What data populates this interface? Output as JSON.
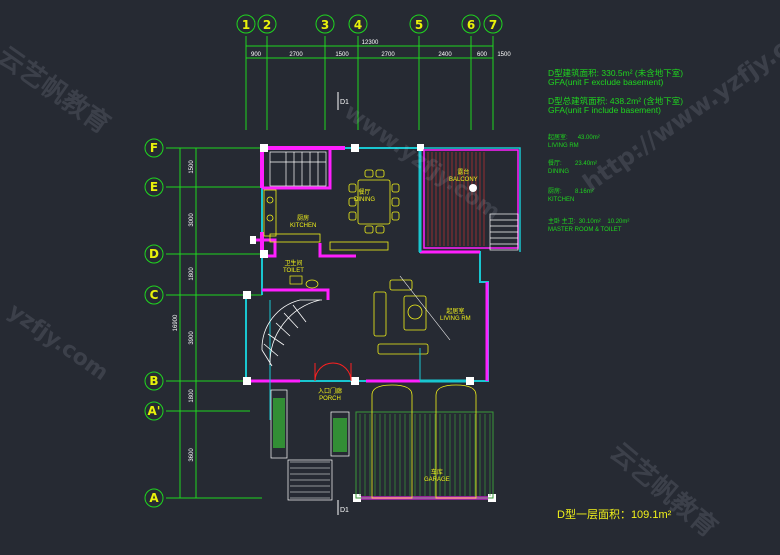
{
  "grid_columns": [
    "1",
    "2",
    "3",
    "4",
    "5",
    "6",
    "7"
  ],
  "grid_rows": [
    "F",
    "E",
    "D",
    "C",
    "B",
    "A'",
    "A"
  ],
  "top_dimensions": {
    "total": "12300",
    "segments": [
      "900",
      "2700",
      "1500",
      "2700",
      "2400",
      "600",
      "1500"
    ]
  },
  "left_dimensions": {
    "total": "16900",
    "segments": [
      "1500",
      "3000",
      "1800",
      "3900",
      "1800",
      "3600"
    ]
  },
  "notes": {
    "gfa_exclude_cn": "D型建筑面积: 330.5m² (未含地下室)",
    "gfa_exclude_en": "GFA(unit F exclude basement)",
    "gfa_include_cn": "D型总建筑面积: 438.2m² (含地下室)",
    "gfa_include_en": "GFA(unit F include basement)",
    "living_cn": "起居室:",
    "living_value": "43.00m²",
    "living_en": "LIVING RM",
    "dining_cn": "餐厅:",
    "dining_value": "23.40m²",
    "dining_en": "DINING",
    "kitchen_cn": "厨房:",
    "kitchen_value": "8.16m²",
    "kitchen_en": "KITCHEN",
    "master_cn": "主卧 主卫:",
    "master_value": "30.10m²",
    "master_value2": "10.20m²",
    "master_en": "MASTER ROOM & TOILET"
  },
  "rooms": {
    "dining_cn": "餐厅",
    "dining_en": "DINING",
    "kitchen_cn": "厨房",
    "kitchen_en": "KITCHEN",
    "toilet_cn": "卫生间",
    "toilet_en": "TOILET",
    "living_cn": "起居室",
    "living_en": "LIVING RM",
    "balcony_cn": "露台",
    "balcony_en": "BALCONY",
    "porch_cn": "入口门廊",
    "porch_en": "PORCH",
    "garage_cn": "车库",
    "garage_en": "GARAGE"
  },
  "section_marks": [
    "D1",
    "D1"
  ],
  "floor_area_title": "D型一层面积：109.1m²",
  "watermarks": [
    "云艺帆教育",
    "www.yzfjy.com",
    "http://www.yzfjy.com",
    "云艺帆教育",
    "yzfjy.com"
  ],
  "colors": {
    "background": "#262a33",
    "grid_circle": "#1fd61f",
    "grid_text": "#e9f10a",
    "wall_magenta": "#ff1fff",
    "wall_cyan": "#19c6d0",
    "notes_green": "#1fd61f",
    "room_text": "#f2f21a",
    "furniture": "#f2f21a",
    "dim_white": "#ffffff",
    "red": "#ff2020"
  }
}
